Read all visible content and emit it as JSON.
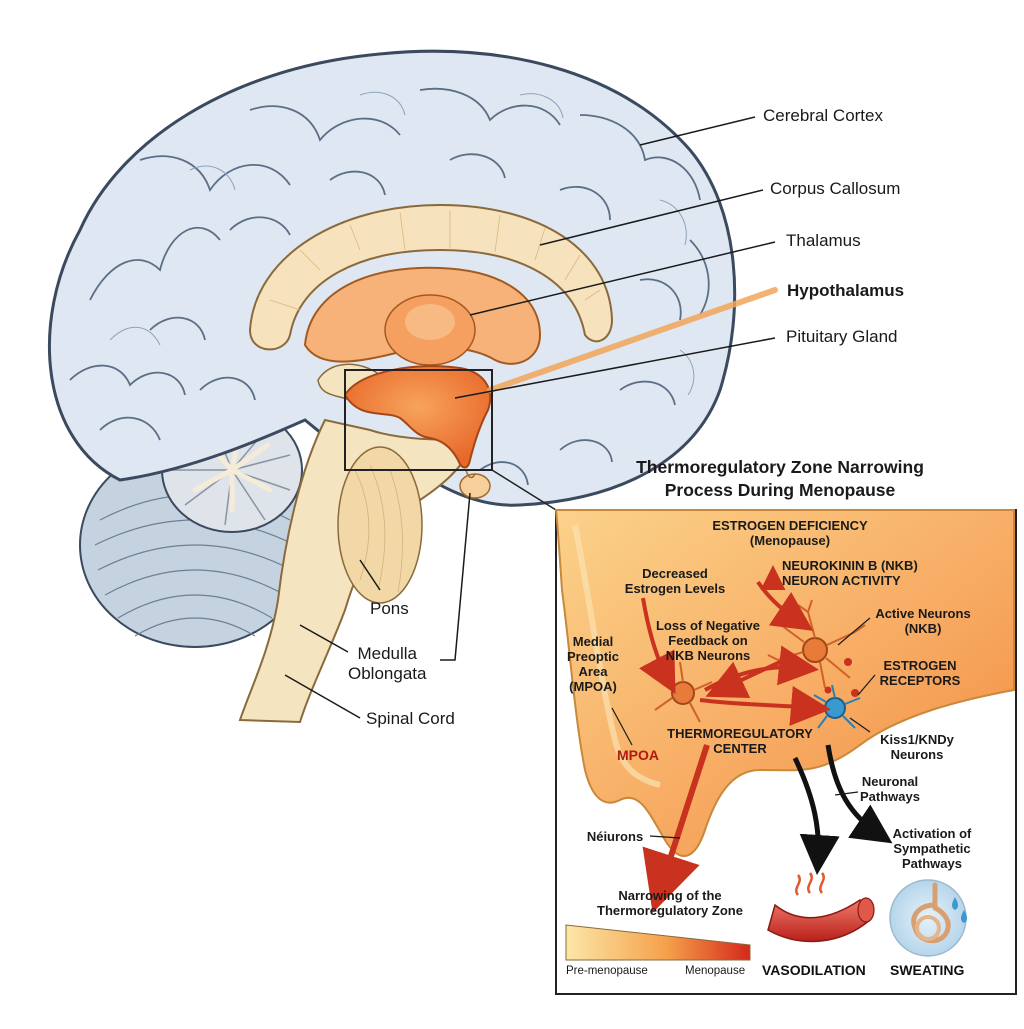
{
  "brain_labels": {
    "cerebral_cortex": "Cerebral Cortex",
    "corpus_callosum": "Corpus Callosum",
    "thalamus": "Thalamus",
    "hypothalamus": "Hypothalamus",
    "pituitary_gland": "Pituitary Gland",
    "pons": "Pons",
    "medulla_line1": "Medulla",
    "medulla_line2": "Oblongata",
    "spinal_cord": "Spinal Cord"
  },
  "inset": {
    "title_line1": "Thermoregulatory Zone Narrowing",
    "title_line2": "Process During Menopause",
    "estrogen_deficiency_line1": "ESTROGEN DEFICIENCY",
    "estrogen_deficiency_line2": "(Menopause)",
    "nkb_activity_line1": "NEUROKININ B (NKB)",
    "nkb_activity_line2": "NEURON ACTIVITY",
    "decreased_line1": "Decreased",
    "decreased_line2": "Estrogen Levels",
    "loss_line1": "Loss of Negative",
    "loss_line2": "Feedback on",
    "loss_line3": "NKB Neurons",
    "active_line1": "Active Neurons",
    "active_line2": "(NKB)",
    "receptors_line1": "ESTROGEN",
    "receptors_line2": "RECEPTORS",
    "mpoa_line1": "Medial",
    "mpoa_line2": "Preoptic",
    "mpoa_line3": "Area",
    "mpoa_line4": "(MPOA)",
    "thermo_line1": "THERMOREGULATORY",
    "thermo_line2": "CENTER",
    "mpoa_short": "MPOA",
    "kiss_line1": "Kiss1/KNDy",
    "kiss_line2": "Neurons",
    "pathways_line1": "Neuronal",
    "pathways_line2": "Pathways",
    "neurons_label": "Néiurons",
    "activation_line1": "Activation of",
    "activation_line2": "Sympathetic",
    "activation_line3": "Pathways",
    "narrowing_line1": "Narrowing of the",
    "narrowing_line2": "Thermoregulatory Zone",
    "pre_menopause": "Pre-menopause",
    "menopause": "Menopause",
    "vasodilation": "VASODILATION",
    "sweating": "SWEATING"
  },
  "colors": {
    "cortex_fill": "#dfe8f2",
    "cortex_outline": "#3b4a5e",
    "hypothalamus_orange": "#f08a3c",
    "callosum_cream": "#f6e2bd",
    "arrow_red": "#c8321f",
    "neuron_blue": "#3a9ad0"
  }
}
